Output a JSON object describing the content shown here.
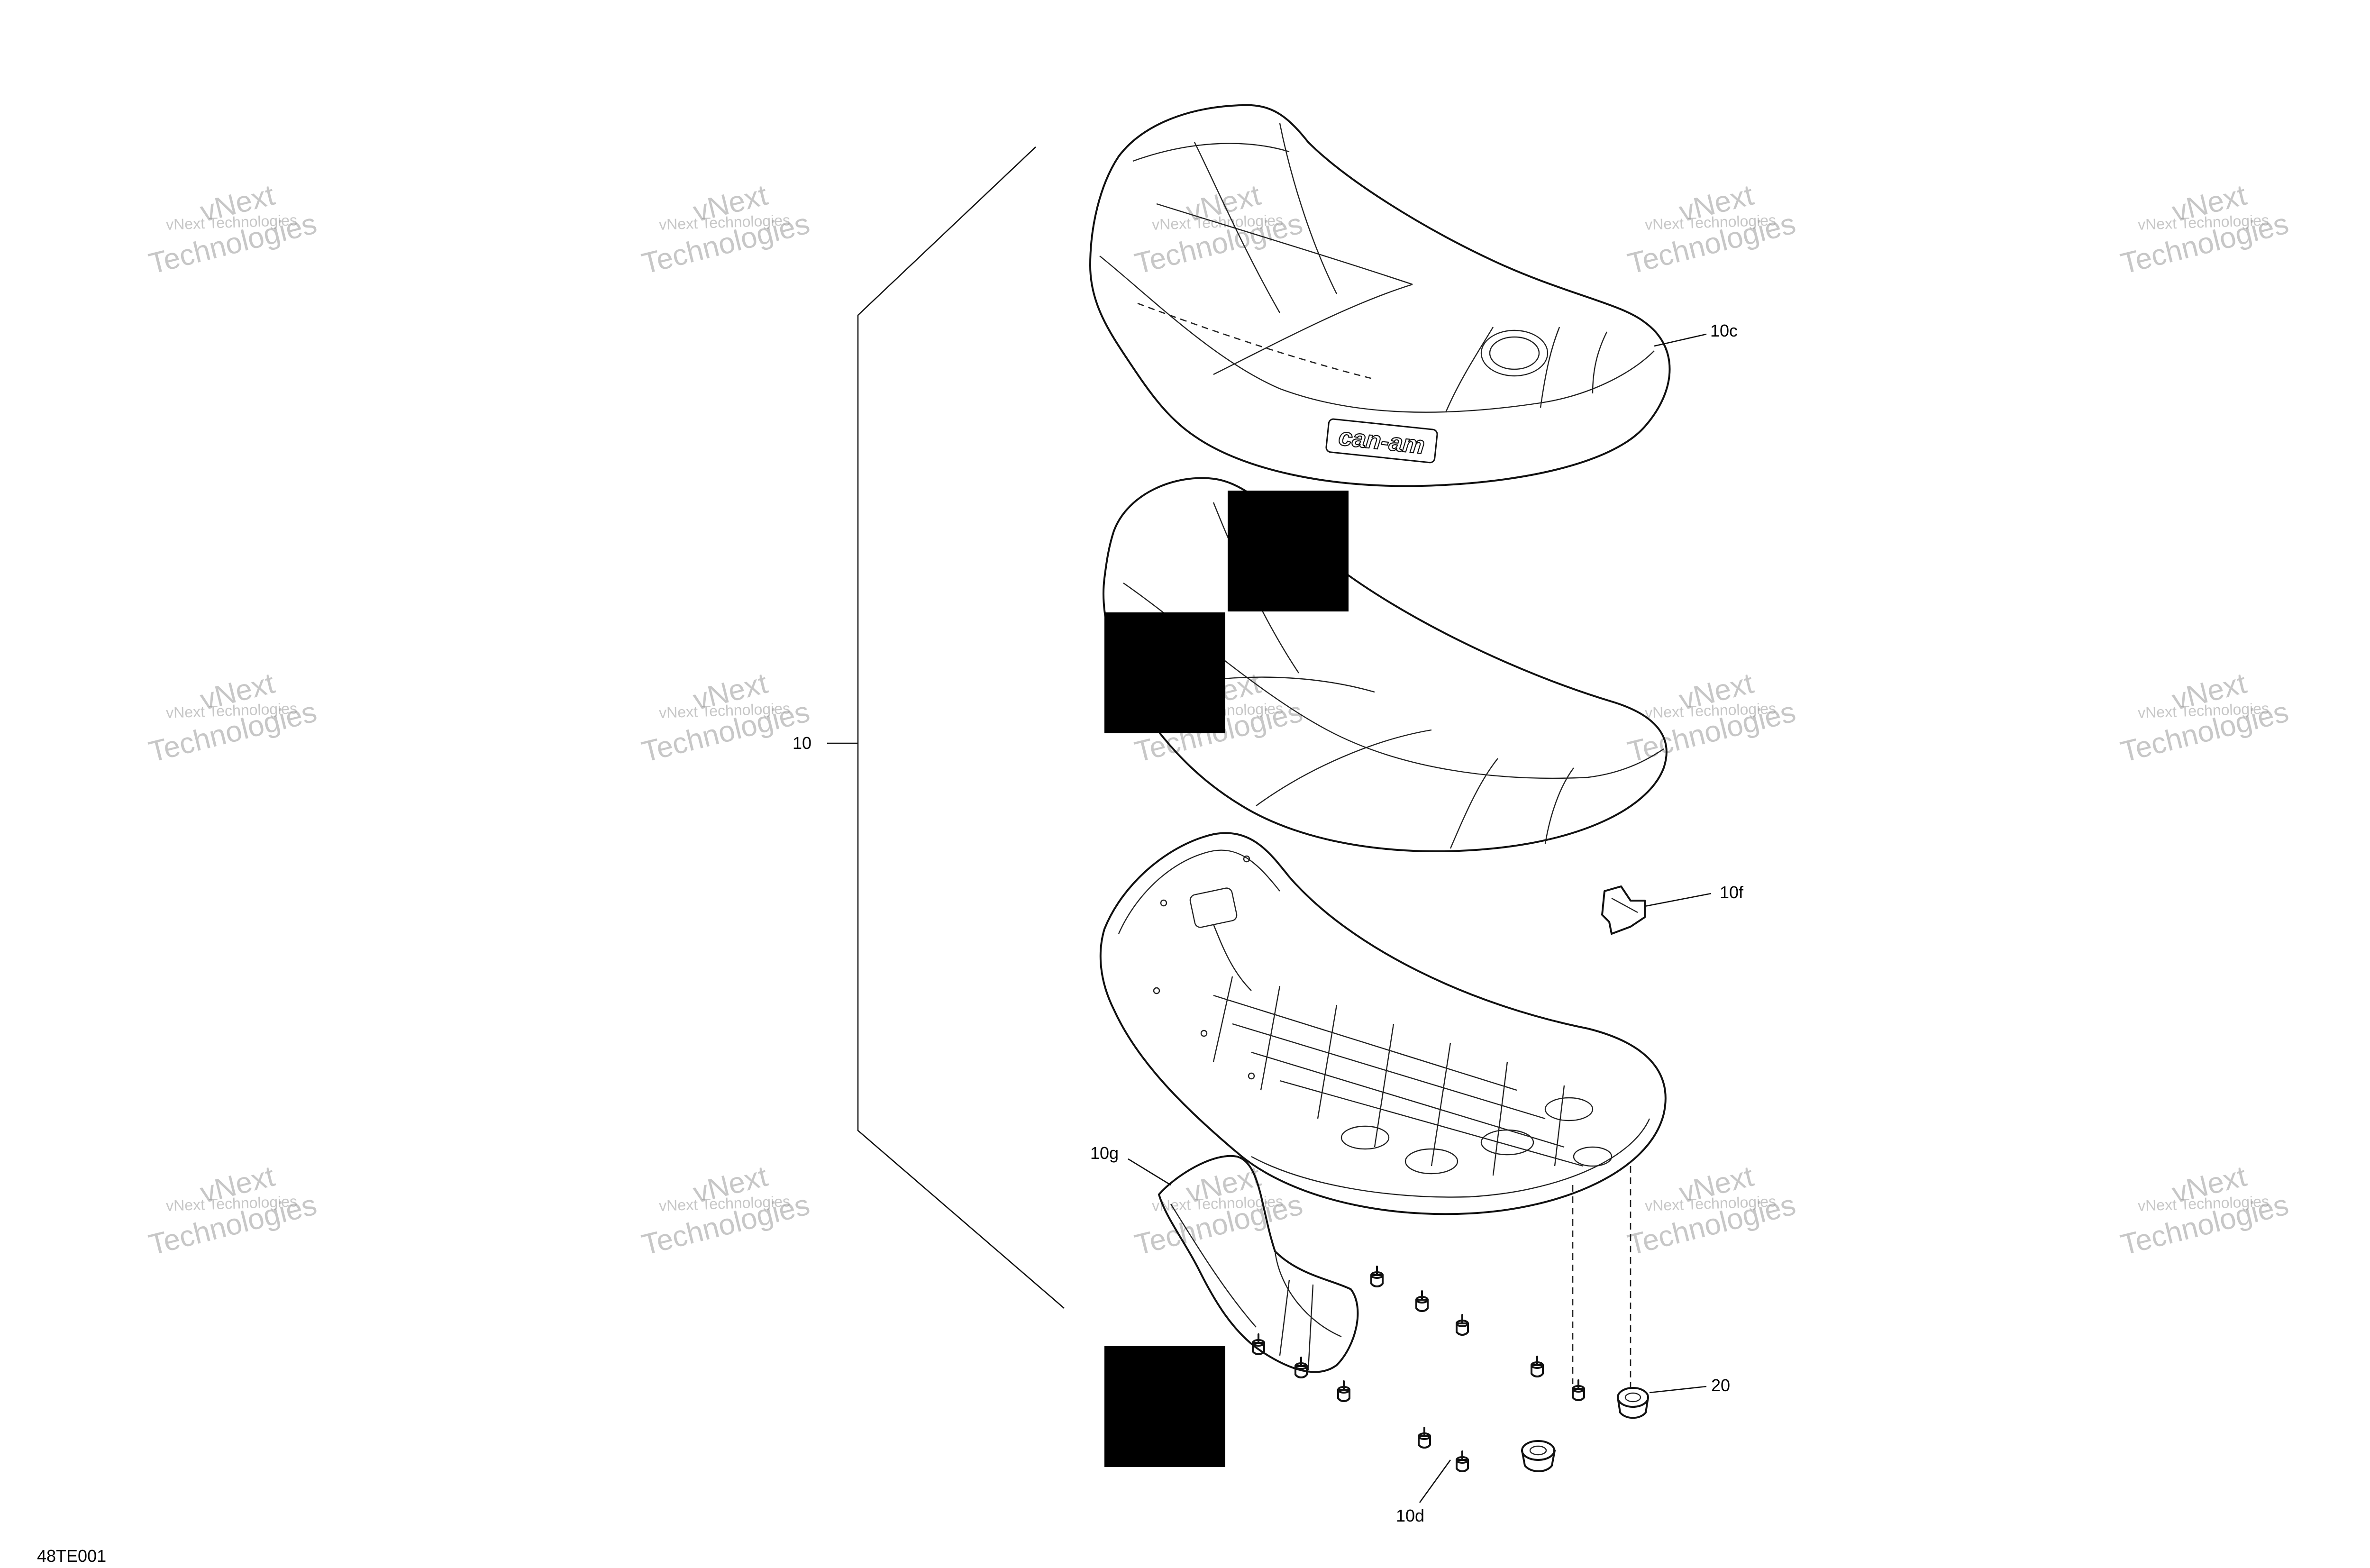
{
  "drawing_code": "48TE001",
  "watermark": {
    "line1": "vNext Technologies",
    "line2": "vNext",
    "line3": "Technologies"
  },
  "labels": {
    "bracket": "10",
    "cover": "10c",
    "clip": "10f",
    "guard": "10g",
    "grommet": "10d",
    "nut": "20"
  },
  "logo_text": "can-am",
  "colors": {
    "ink": "#000000",
    "watermark": "#9a9a9a",
    "background": "#ffffff"
  }
}
